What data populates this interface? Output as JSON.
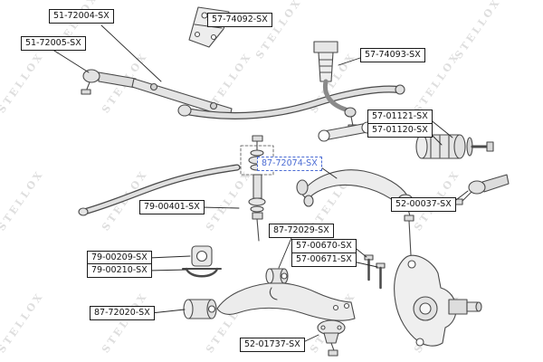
{
  "watermark": "STELLOX",
  "highlight_color": "#4a6bd4",
  "labels": [
    {
      "text": "51-72004-SX",
      "highlighted": false
    },
    {
      "text": "57-74092-SX",
      "highlighted": false
    },
    {
      "text": "51-72005-SX",
      "highlighted": false
    },
    {
      "text": "57-74093-SX",
      "highlighted": false
    },
    {
      "text": "57-01121-SX",
      "highlighted": false
    },
    {
      "text": "57-01120-SX",
      "highlighted": false
    },
    {
      "text": "87-72074-SX",
      "highlighted": true
    },
    {
      "text": "52-00037-SX",
      "highlighted": false
    },
    {
      "text": "79-00401-SX",
      "highlighted": false
    },
    {
      "text": "87-72029-SX",
      "highlighted": false
    },
    {
      "text": "57-00670-SX",
      "highlighted": false
    },
    {
      "text": "57-00671-SX",
      "highlighted": false
    },
    {
      "text": "79-00209-SX",
      "highlighted": false
    },
    {
      "text": "79-00210-SX",
      "highlighted": false
    },
    {
      "text": "87-72020-SX",
      "highlighted": false
    },
    {
      "text": "52-01737-SX",
      "highlighted": false
    }
  ]
}
